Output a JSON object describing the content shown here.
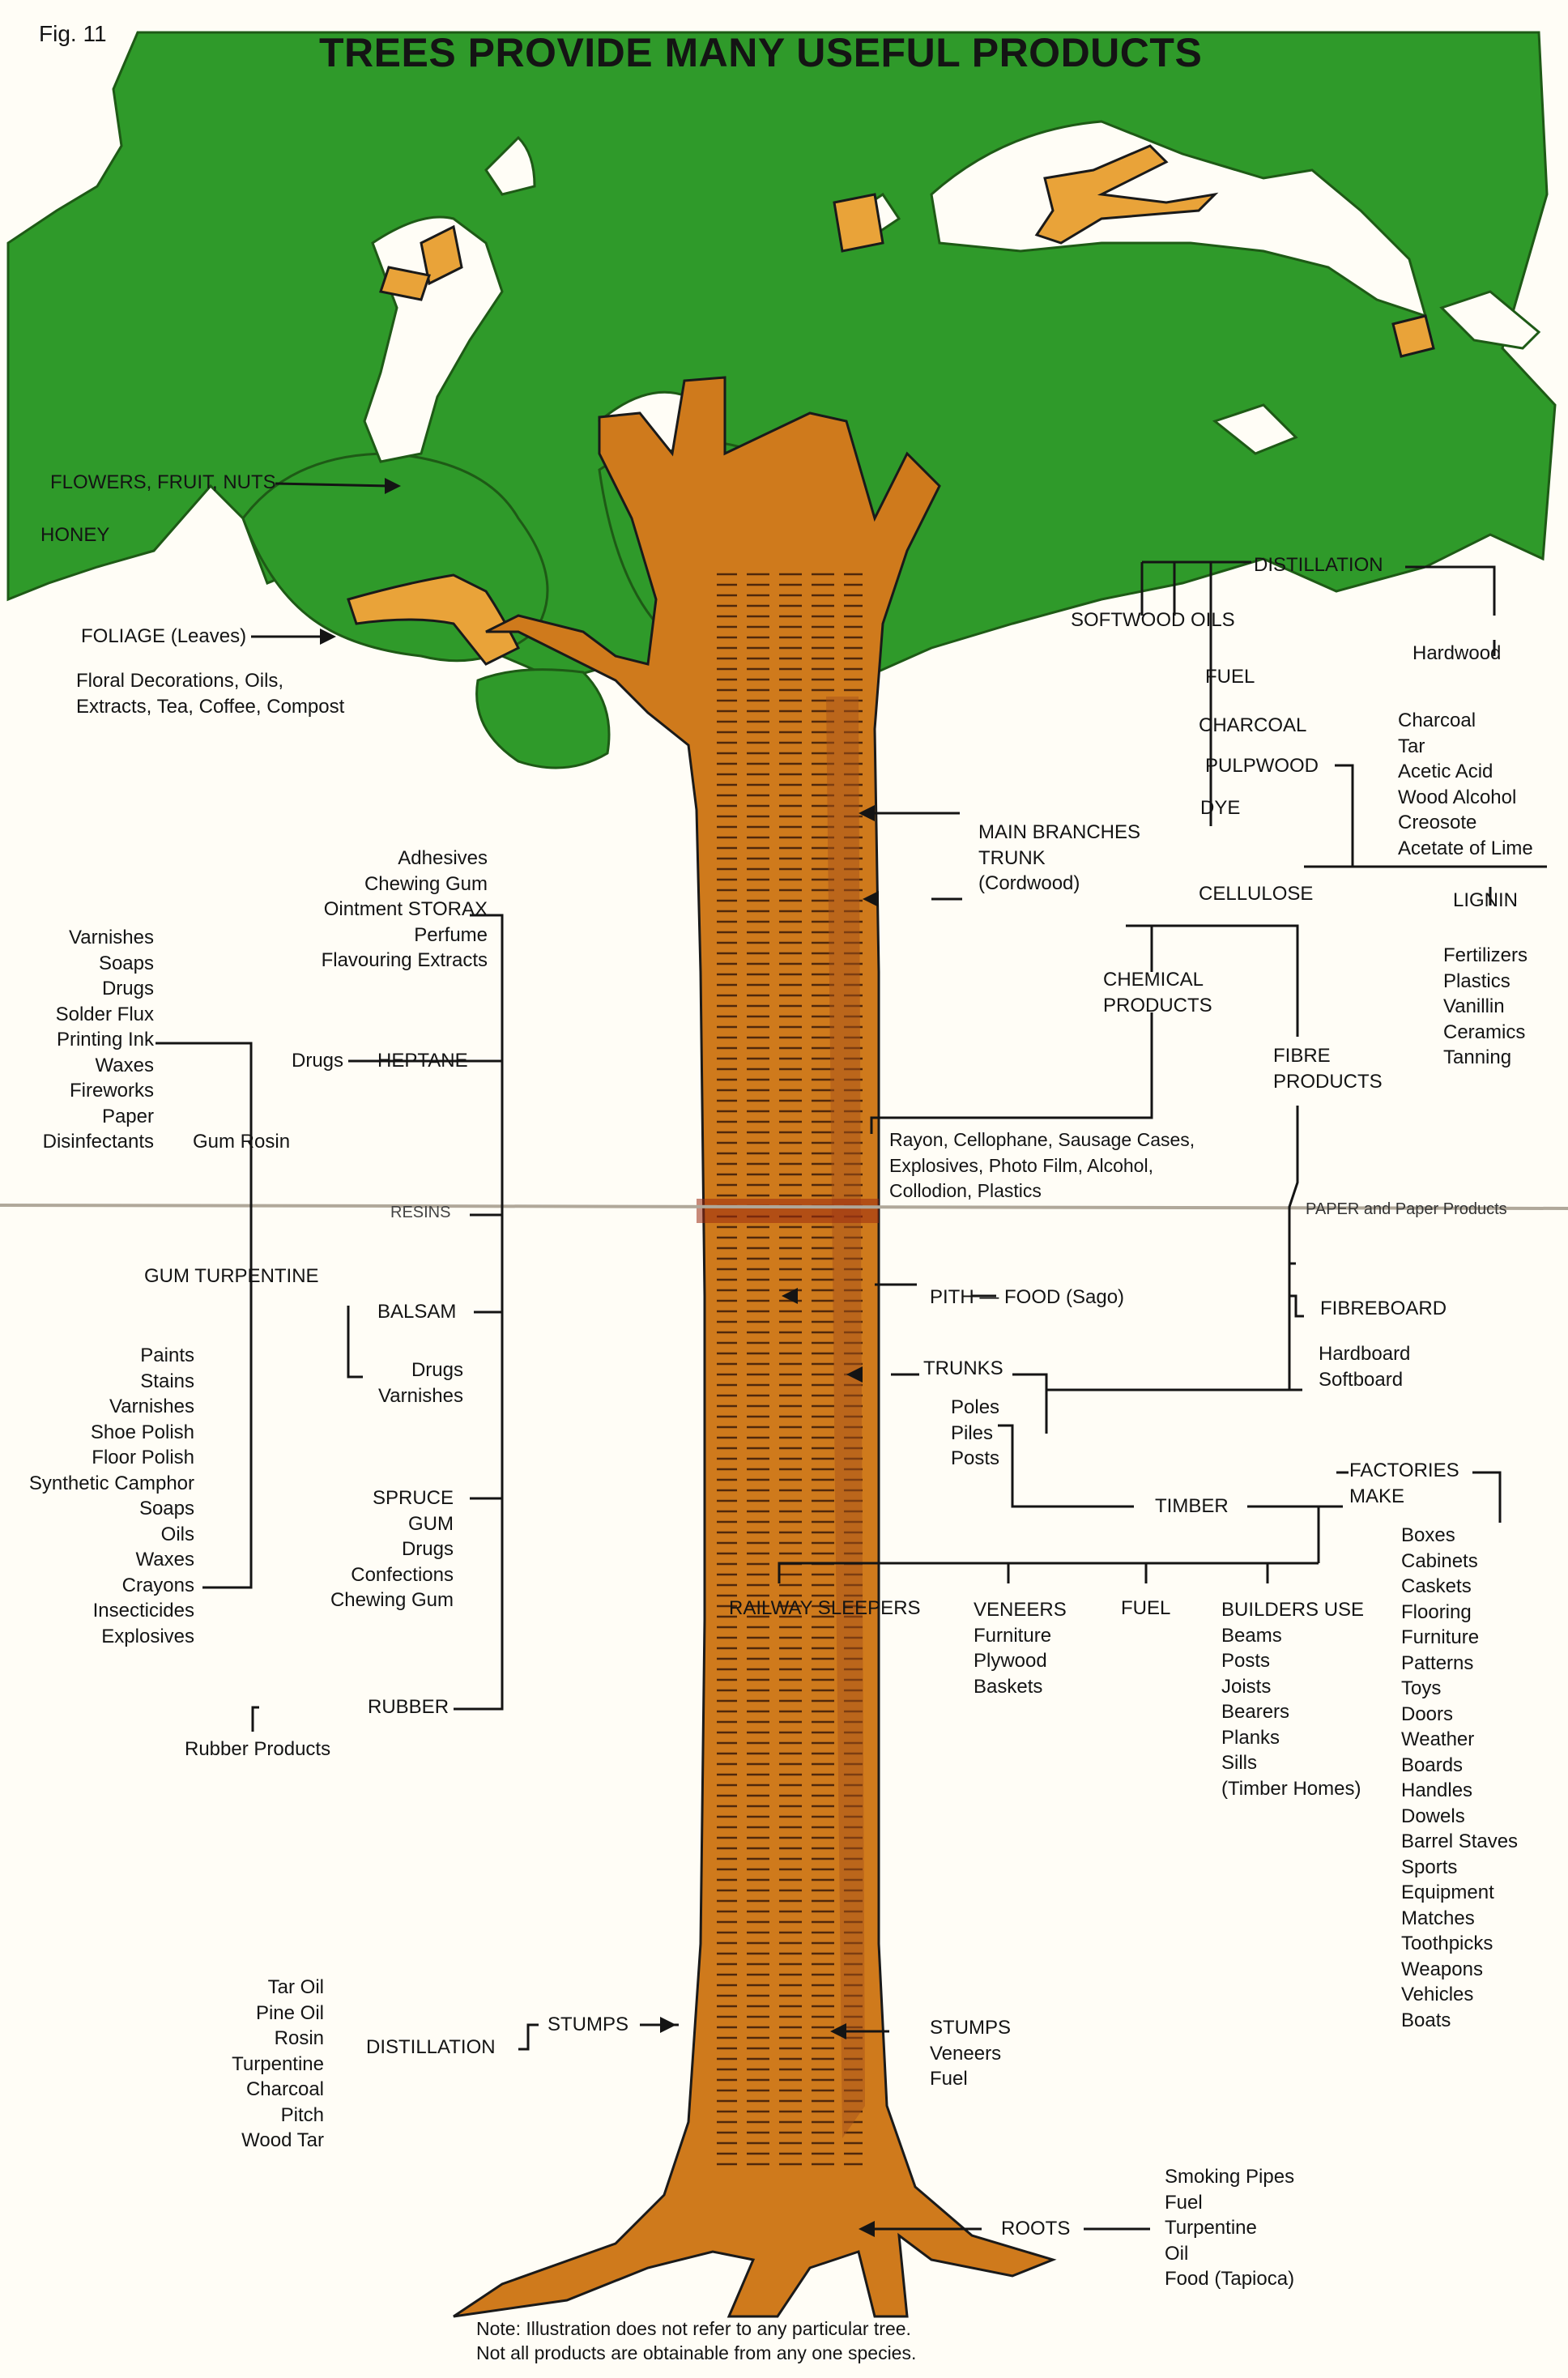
{
  "figure_label": "Fig. 11",
  "title": "TREES PROVIDE MANY USEFUL PRODUCTS",
  "colors": {
    "foliage": "#2f9a2a",
    "trunk": "#cf7a1c",
    "trunk_shade": "#a8521a",
    "ink": "#141414",
    "paper": "#fffdf6"
  },
  "left": {
    "flowers": "FLOWERS, FRUIT, NUTS",
    "honey": "HONEY",
    "foliage": "FOLIAGE (Leaves)",
    "foliage_products": [
      "Floral Decorations, Oils,",
      "Extracts, Tea, Coffee, Compost"
    ],
    "storax_products": [
      "Adhesives",
      "Chewing Gum",
      "Ointment STORAX",
      "Perfume",
      "Flavouring Extracts"
    ],
    "rosin_products": [
      "Varnishes",
      "Soaps",
      "Drugs",
      "Solder Flux",
      "Printing Ink",
      "Waxes",
      "Fireworks",
      "Paper",
      "Disinfectants"
    ],
    "gum_rosin": "Gum Rosin",
    "heptane_drugs": "Drugs",
    "heptane": "HEPTANE",
    "resins": "RESINS",
    "gum_turpentine": "GUM TURPENTINE",
    "turpentine_products": [
      "Paints",
      "Stains",
      "Varnishes",
      "Shoe Polish",
      "Floor Polish",
      "Synthetic Camphor",
      "Soaps",
      "Oils",
      "Waxes",
      "Crayons",
      "Insecticides",
      "Explosives"
    ],
    "balsam": "BALSAM",
    "balsam_products": [
      "Drugs",
      "Varnishes"
    ],
    "spruce_gum": [
      "SPRUCE",
      "GUM",
      "Drugs",
      "Confections",
      "Chewing Gum"
    ],
    "rubber": "RUBBER",
    "rubber_products": "Rubber Products",
    "stump_distillation_products": [
      "Tar Oil",
      "Pine Oil",
      "Rosin",
      "Turpentine",
      "Charcoal",
      "Pitch",
      "Wood Tar"
    ],
    "stump_distillation": "DISTILLATION",
    "stumps": "STUMPS"
  },
  "right": {
    "distillation": "DISTILLATION",
    "softwood_oils": "SOFTWOOD OILS",
    "hardwood": "Hardwood",
    "fuel": "FUEL",
    "charcoal": "CHARCOAL",
    "pulpwood": "PULPWOOD",
    "dye": "DYE",
    "hardwood_products": [
      "Charcoal",
      "Tar",
      "Acetic Acid",
      "Wood Alcohol",
      "Creosote",
      "Acetate of Lime"
    ],
    "main_branches": [
      "MAIN BRANCHES",
      "TRUNK",
      "(Cordwood)"
    ],
    "cellulose": "CELLULOSE",
    "lignin": "LIGNIN",
    "lignin_products": [
      "Fertilizers",
      "Plastics",
      "Vanillin",
      "Ceramics",
      "Tanning"
    ],
    "chemical_products": [
      "CHEMICAL",
      "PRODUCTS"
    ],
    "fibre_products": [
      "FIBRE",
      "PRODUCTS"
    ],
    "chemical_list": [
      "Rayon, Cellophane, Sausage Cases,",
      "Explosives, Photo Film, Alcohol,",
      "Collodion, Plastics"
    ],
    "paper": "PAPER and Paper Products",
    "pith": "PITH — FOOD (Sago)",
    "fibreboard": "FIBREBOARD",
    "fibreboard_products": [
      "Hardboard",
      "Softboard"
    ],
    "trunks": "TRUNKS",
    "trunks_products": [
      "Poles",
      "Piles",
      "Posts"
    ],
    "timber": "TIMBER",
    "factories": [
      "FACTORIES",
      "MAKE"
    ],
    "factory_products": [
      "Boxes",
      "Cabinets",
      "Caskets",
      "Flooring",
      "Furniture",
      "Patterns",
      "Toys",
      "Doors",
      "Weather",
      "Boards",
      "Handles",
      "Dowels",
      "Barrel Staves",
      "Sports",
      "Equipment",
      "Matches",
      "Toothpicks",
      "Weapons",
      "Vehicles",
      "Boats"
    ],
    "railway": "RAILWAY SLEEPERS",
    "veneers": [
      "VENEERS",
      "Furniture",
      "Plywood",
      "Baskets"
    ],
    "timber_fuel": "FUEL",
    "builders": [
      "BUILDERS USE",
      "Beams",
      "Posts",
      "Joists",
      "Bearers",
      "Planks",
      "Sills",
      "(Timber Homes)"
    ],
    "stumps": [
      "STUMPS",
      "Veneers",
      "Fuel"
    ],
    "roots": "ROOTS",
    "roots_products": [
      "Smoking Pipes",
      "Fuel",
      "Turpentine",
      "Oil",
      "Food (Tapioca)"
    ]
  },
  "note": [
    "Note: Illustration does not refer to any particular tree.",
    "Not all products are obtainable from any one species."
  ]
}
